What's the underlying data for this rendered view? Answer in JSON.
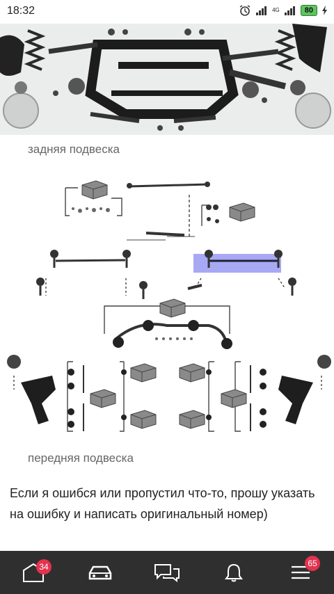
{
  "status_bar": {
    "time": "18:32",
    "network": "4G",
    "battery": "80"
  },
  "captions": {
    "rear": "задняя подвеска",
    "front": "передняя подвеска"
  },
  "body_text": "Если я ошибся или пропустил что-то, прошу указать на ошибку и написать оригинальный номер)",
  "nav": {
    "garage_badge": "34",
    "menu_badge": "65"
  },
  "icons": [
    "alarm-icon",
    "signal-icon",
    "battery-icon",
    "charging-icon",
    "garage-icon",
    "car-icon",
    "messages-icon",
    "bell-icon",
    "menu-icon"
  ],
  "colors": {
    "navbar": "#2f2f2f",
    "badge": "#e3334f",
    "highlight": "#8a8cf0"
  }
}
